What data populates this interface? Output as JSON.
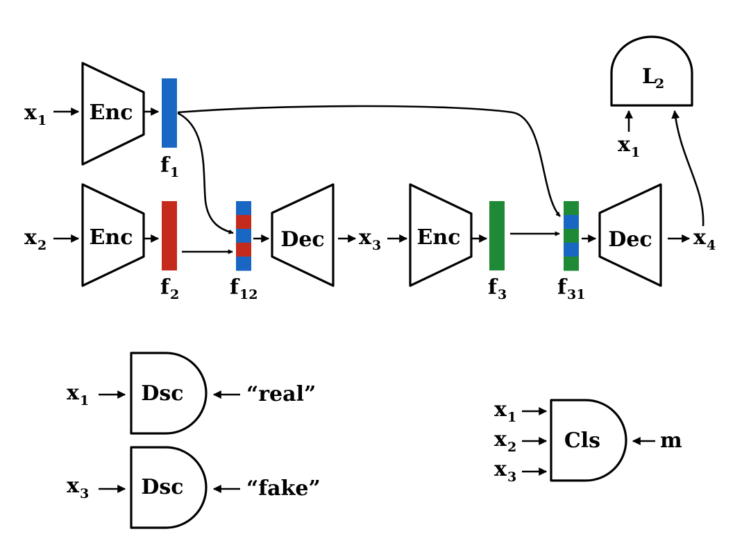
{
  "colors": {
    "feature_x1": "#1a67c3",
    "feature_x2": "#c42b1c",
    "feature_x3": "#1f8a36",
    "ink": "#000000"
  },
  "labels": {
    "enc": "Enc",
    "dec": "Dec",
    "dsc": "Dsc",
    "cls": "Cls",
    "loss": "L",
    "loss_sub": "2",
    "x": "x",
    "f": "f",
    "m": "m",
    "real": "“real”",
    "fake": "“fake”",
    "sub_1": "1",
    "sub_2": "2",
    "sub_3": "3",
    "sub_4": "4",
    "sub_12": "12",
    "sub_31": "31"
  },
  "feature_patterns": {
    "f12": [
      "#1a67c3",
      "#c42b1c",
      "#1a67c3",
      "#c42b1c",
      "#1a67c3"
    ],
    "f31": [
      "#1f8a36",
      "#1a67c3",
      "#1f8a36",
      "#1a67c3",
      "#1f8a36"
    ]
  }
}
